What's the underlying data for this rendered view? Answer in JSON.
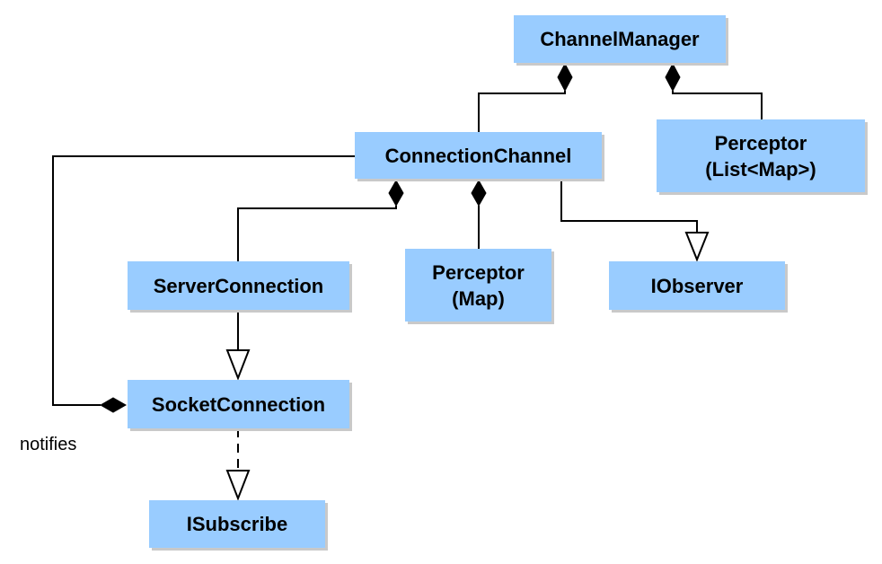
{
  "nodes": {
    "channel_manager": [
      "ChannelManager"
    ],
    "perceptor_list": [
      "Perceptor",
      "(List<Map>)"
    ],
    "connection_channel": [
      "ConnectionChannel"
    ],
    "server_connection": [
      "ServerConnection"
    ],
    "perceptor_map": [
      "Perceptor",
      "(Map)"
    ],
    "iobserver": [
      "IObserver"
    ],
    "socket_connection": [
      "SocketConnection"
    ],
    "isubscribe": [
      "ISubscribe"
    ]
  },
  "edges": [
    {
      "from": "channel_manager",
      "to": "connection_channel",
      "kind": "composition"
    },
    {
      "from": "channel_manager",
      "to": "perceptor_list",
      "kind": "composition"
    },
    {
      "from": "connection_channel",
      "to": "server_connection",
      "kind": "composition"
    },
    {
      "from": "connection_channel",
      "to": "perceptor_map",
      "kind": "composition"
    },
    {
      "from": "connection_channel",
      "to": "iobserver",
      "kind": "generalization"
    },
    {
      "from": "server_connection",
      "to": "socket_connection",
      "kind": "generalization"
    },
    {
      "from": "socket_connection",
      "to": "isubscribe",
      "kind": "realization"
    },
    {
      "from": "socket_connection",
      "to": "connection_channel",
      "kind": "composition",
      "label": "notifies"
    }
  ],
  "labels": {
    "notifies": "notifies"
  },
  "colors": {
    "node_fill": "#99ccff",
    "node_shadow": "#c9c9c9",
    "line": "#000000"
  }
}
